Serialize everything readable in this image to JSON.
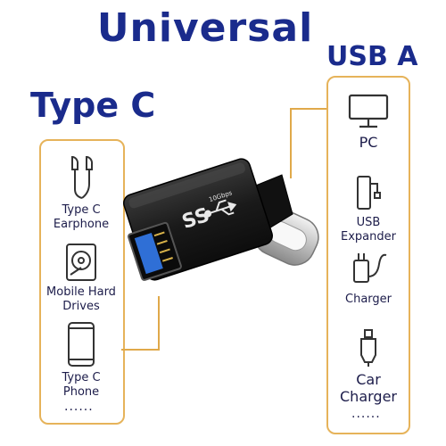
{
  "title": "Universal",
  "left_panel": {
    "header": "Type C",
    "items": [
      {
        "icon": "earphone-icon",
        "line1": "Type C",
        "line2": "Earphone"
      },
      {
        "icon": "hard-drive-icon",
        "line1": "Mobile Hard",
        "line2": "Drives"
      },
      {
        "icon": "phone-icon",
        "line1": "Type C",
        "line2": "Phone"
      }
    ],
    "more": "......"
  },
  "right_panel": {
    "header": "USB A",
    "items": [
      {
        "icon": "monitor-icon",
        "line1": "PC",
        "line2": ""
      },
      {
        "icon": "usb-expander-icon",
        "line1": "USB",
        "line2": "Expander"
      },
      {
        "icon": "charger-icon",
        "line1": "Charger",
        "line2": ""
      },
      {
        "icon": "car-charger-icon",
        "line1": "Car",
        "line2": "Charger"
      }
    ],
    "more": "......"
  },
  "adapter": {
    "logo_text": "SS",
    "speed_text": "10Gbps"
  },
  "colors": {
    "title": "#1a2b8c",
    "panel_border": "#e6b35a",
    "connector_line": "#e0a94a",
    "usb_blue": "#2f6fd6",
    "adapter_body": "#1a1a1a"
  }
}
